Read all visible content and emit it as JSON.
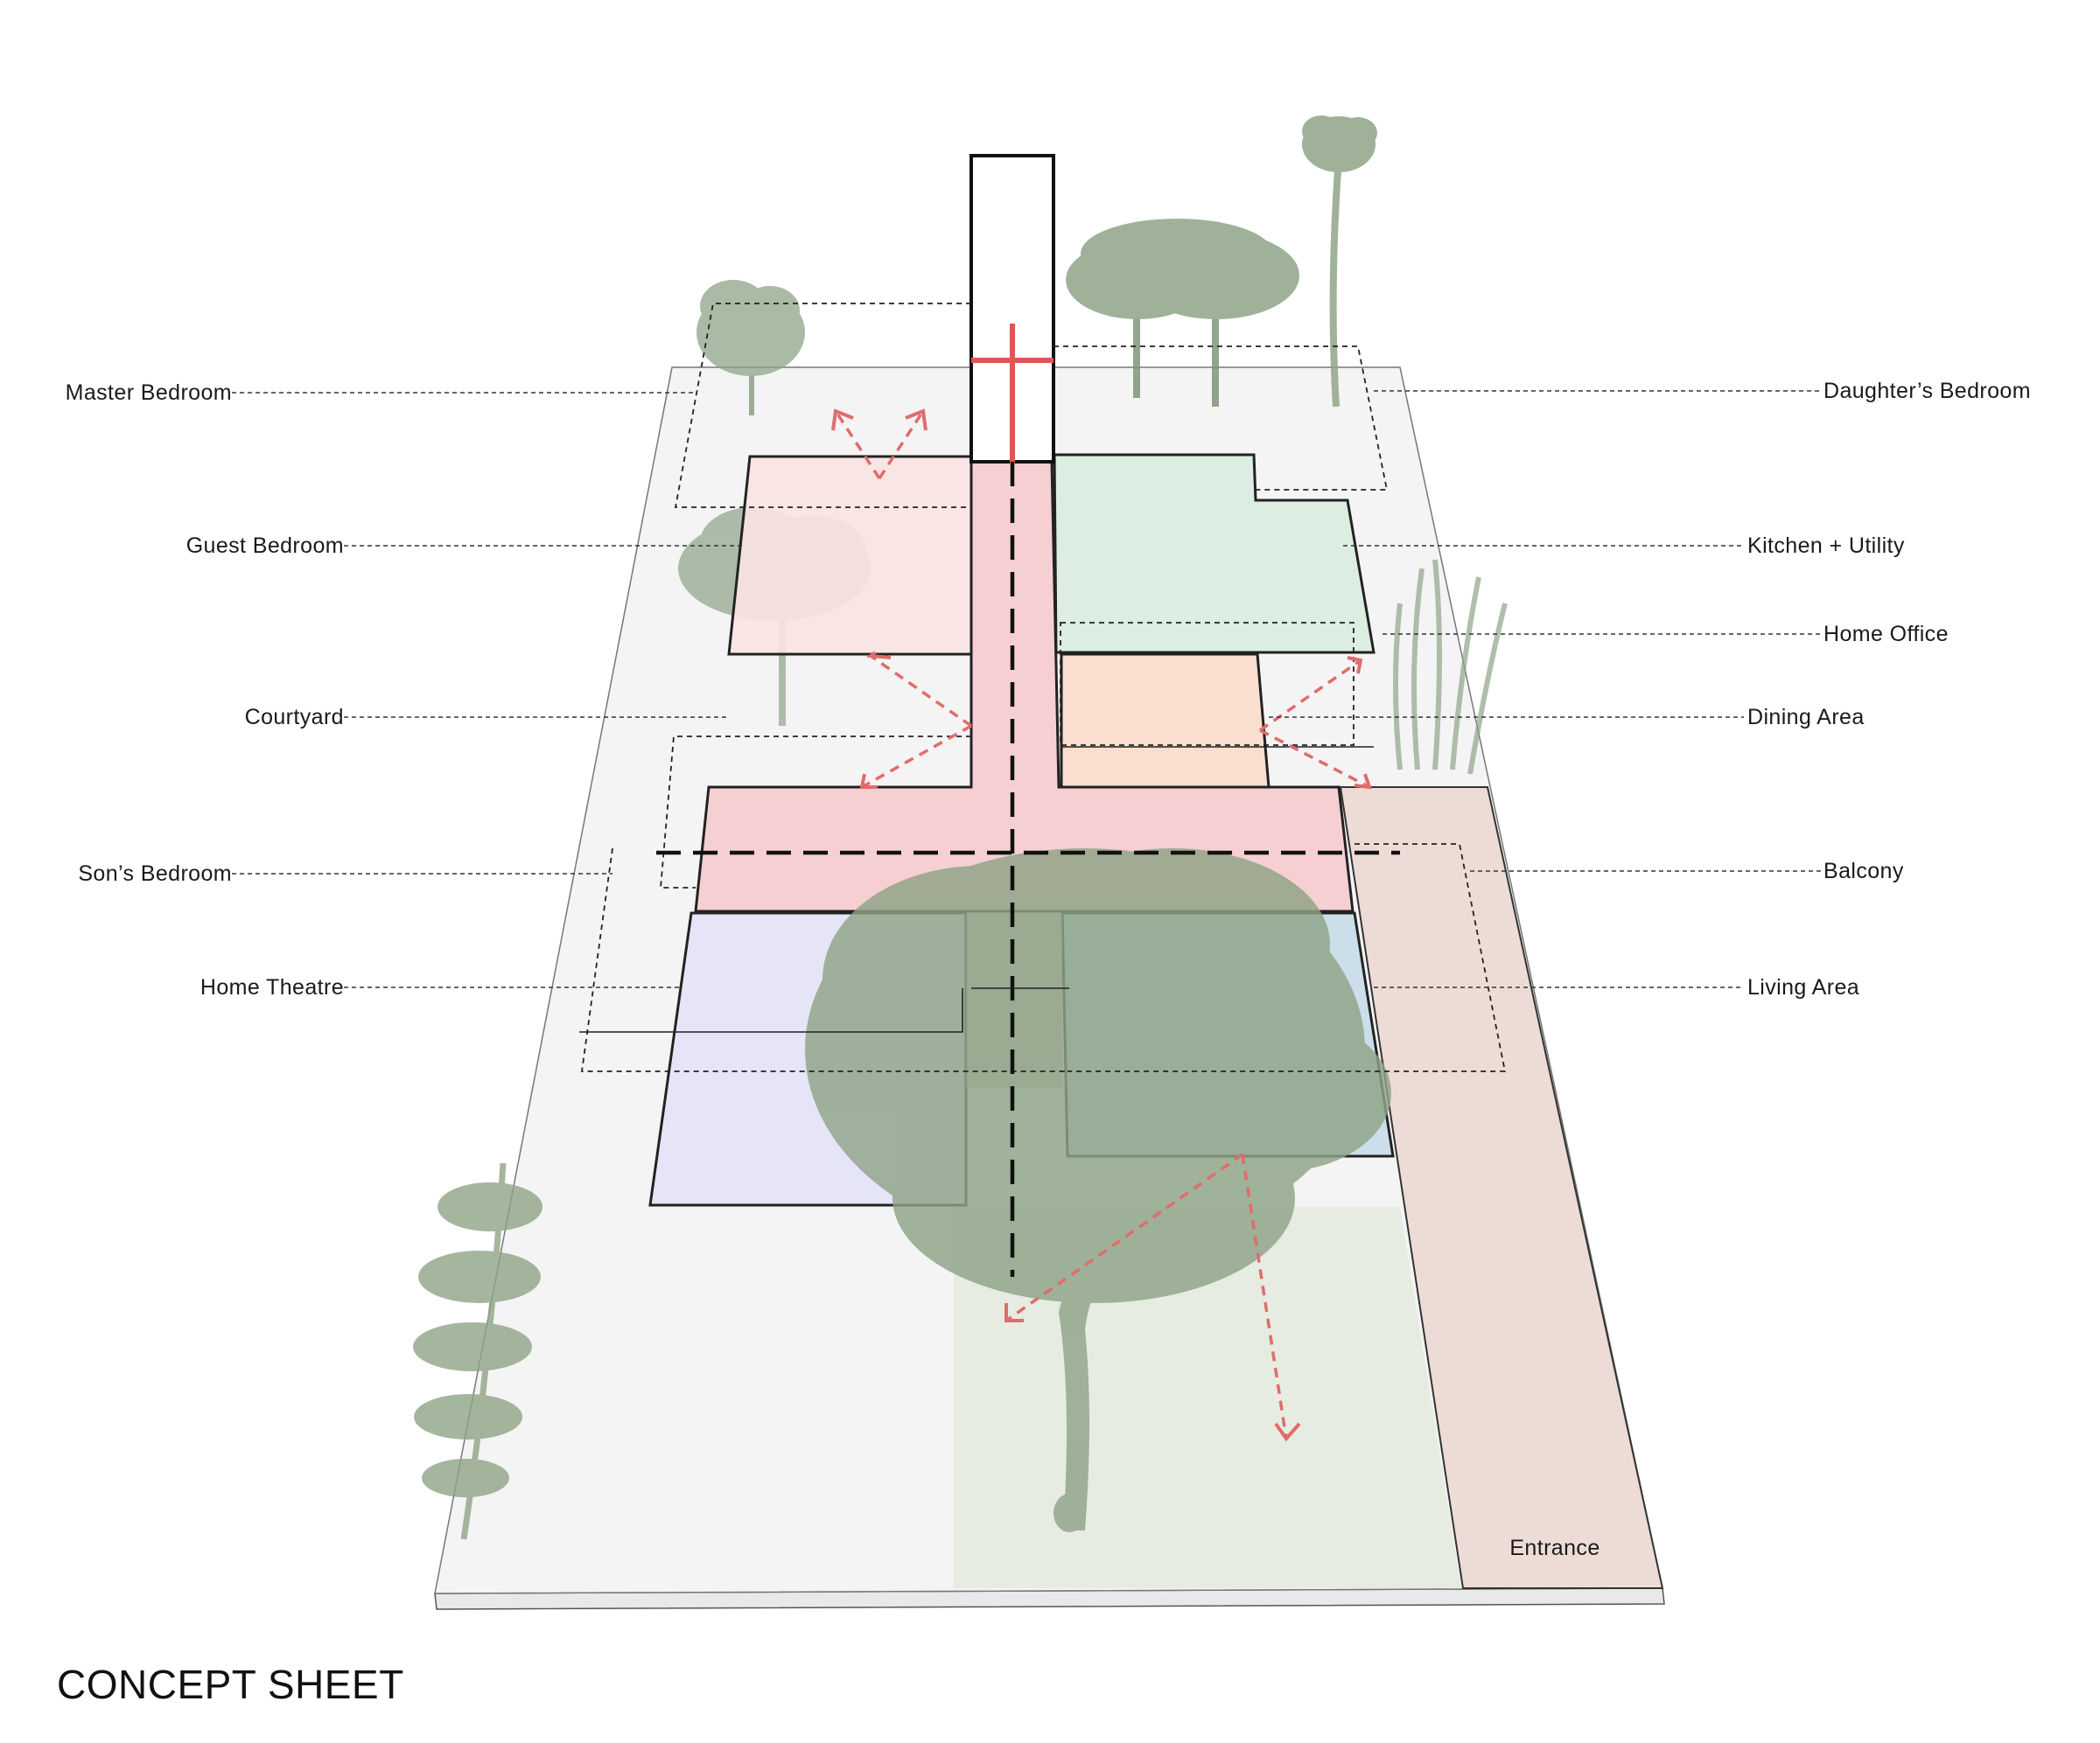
{
  "title": "CONCEPT SHEET",
  "labels": {
    "master_bedroom": "Master Bedroom",
    "guest_bedroom": "Guest Bedroom",
    "courtyard": "Courtyard",
    "sons_bedroom": "Son’s Bedroom",
    "home_theatre": "Home Theatre",
    "daughters_bedroom": "Daughter’s Bedroom",
    "kitchen_utility": "Kitchen + Utility",
    "home_office": "Home Office",
    "dining_area": "Dining Area",
    "balcony": "Balcony",
    "living_area": "Living Area",
    "entrance": "Entrance"
  },
  "colors": {
    "site_plate": "#f4f4f4",
    "circulation": "#f6cfd2",
    "guest_bedroom": "#fbe3e3",
    "kitchen_utility": "#d9ece0",
    "dining_area": "#fbdccb",
    "home_theatre": "#e4e3f6",
    "living_area": "#c7dbe8",
    "entrance_strip": "#eddcd6",
    "lawn": "#e3eade",
    "tree": "#8fa487",
    "arrow": "#e06c6c",
    "tower_cross": "#e05555"
  }
}
